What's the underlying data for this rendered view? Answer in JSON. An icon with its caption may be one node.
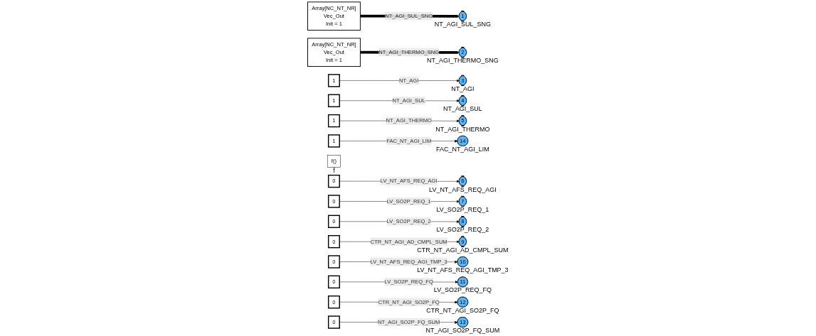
{
  "diagram": {
    "nodes": [
      {
        "text": [
          "Array[NC_NT_NR]",
          "Vec_Out",
          "Init = 1"
        ]
      },
      {
        "text": [
          "1"
        ],
        "beside": [
          "NT_AGI_SUL_SNG"
        ]
      },
      {
        "text": [
          "Array[NC_NT_NR]",
          "Vec_Out",
          "Init = 1"
        ]
      },
      {
        "text": [
          "2"
        ],
        "beside": [
          "NT_AGI_THERMO_SNG"
        ]
      },
      {
        "text": [
          "1"
        ]
      },
      {
        "text": [
          "3"
        ],
        "beside": [
          "NT_AGI"
        ]
      },
      {
        "text": [
          "1"
        ]
      },
      {
        "text": [
          "4"
        ],
        "beside": [
          "NT_AGI_SUL"
        ]
      },
      {
        "text": [
          "1"
        ]
      },
      {
        "text": [
          "5"
        ],
        "beside": [
          "NT_AGI_THERMO"
        ]
      },
      {
        "text": [
          "1"
        ]
      },
      {
        "text": [
          "14"
        ],
        "beside": [
          "FAC_NT_AGI_LIM"
        ]
      },
      {
        "text": [
          "f()"
        ],
        "beside": [
          "f"
        ]
      },
      {
        "text": [
          "0"
        ]
      },
      {
        "text": [
          "6"
        ],
        "beside": [
          "LV_NT_AFS_REQ_AGI"
        ]
      },
      {
        "text": [
          "0"
        ]
      },
      {
        "text": [
          "7"
        ],
        "beside": [
          "LV_SO2P_REQ_1"
        ]
      },
      {
        "text": [
          "0"
        ]
      },
      {
        "text": [
          "8"
        ],
        "beside": [
          "LV_SO2P_REQ_2"
        ]
      },
      {
        "text": [
          "0"
        ]
      },
      {
        "text": [
          "9"
        ],
        "beside": [
          "CTR_NT_AGI_AD_CMPL_SUM"
        ]
      },
      {
        "text": [
          "0"
        ]
      },
      {
        "text": [
          "10"
        ],
        "beside": [
          "LV_NT_AFS_REQ_AGI_TMP_3"
        ]
      },
      {
        "text": [
          "0"
        ]
      },
      {
        "text": [
          "11"
        ],
        "beside": [
          "LV_SO2P_REQ_FQ"
        ]
      },
      {
        "text": [
          "0"
        ]
      },
      {
        "text": [
          "12"
        ],
        "beside": [
          "CTR_NT_AGI_SO2P_FQ"
        ]
      },
      {
        "text": [
          "0"
        ]
      },
      {
        "text": [
          "13"
        ],
        "beside": [
          "NT_AGI_SO2P_FQ_SUM"
        ]
      }
    ],
    "edges": [
      {
        "from": 0,
        "to": 1,
        "arrow": "to",
        "label": "NT_AGI_SUL_SNG",
        "style": "thick"
      },
      {
        "from": 2,
        "to": 3,
        "arrow": "to",
        "label": "NT_AGI_THERMO_SNG",
        "style": "thick"
      },
      {
        "from": 4,
        "to": 5,
        "arrow": "to",
        "label": "NT_AGI"
      },
      {
        "from": 6,
        "to": 7,
        "arrow": "to",
        "label": "NT_AGI_SUL"
      },
      {
        "from": 8,
        "to": 9,
        "arrow": "to",
        "label": "NT_AGI_THERMO"
      },
      {
        "from": 10,
        "to": 11,
        "arrow": "to",
        "label": "FAC_NT_AGI_LIM"
      },
      {
        "from": 13,
        "to": 14,
        "arrow": "to",
        "label": "LV_NT_AFS_REQ_AGI"
      },
      {
        "from": 15,
        "to": 16,
        "arrow": "to",
        "label": "LV_SO2P_REQ_1"
      },
      {
        "from": 17,
        "to": 18,
        "arrow": "to",
        "label": "LV_SO2P_REQ_2"
      },
      {
        "from": 19,
        "to": 20,
        "arrow": "to",
        "label": "CTR_NT_AGI_AD_CMPL_SUM"
      },
      {
        "from": 21,
        "to": 22,
        "arrow": "to",
        "label": "LV_NT_AFS_REQ_AGI_TMP_3"
      },
      {
        "from": 23,
        "to": 24,
        "arrow": "to",
        "label": "LV_SO2P_REQ_FQ"
      },
      {
        "from": 25,
        "to": 26,
        "arrow": "to",
        "label": "CTR_NT_AGI_SO2P_FQ"
      },
      {
        "from": 27,
        "to": 28,
        "arrow": "to",
        "label": "NT_AGI_SO2P_FQ_SUM"
      }
    ]
  }
}
